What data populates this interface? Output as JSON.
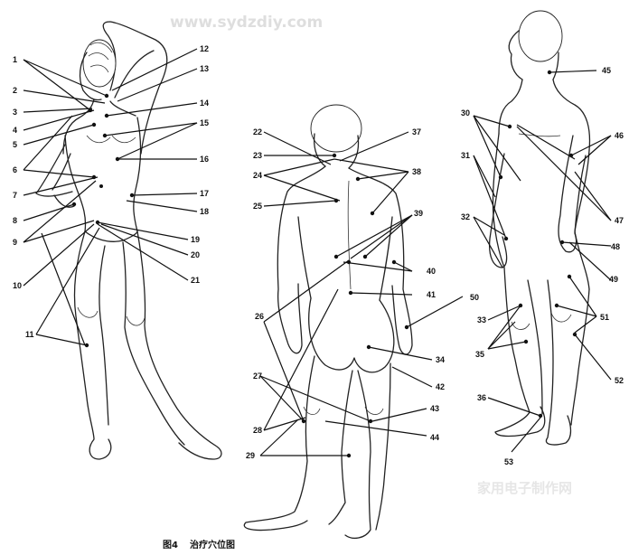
{
  "watermark_top": "www.sydzdiy.com",
  "watermark_bottom": "家用电子制作网",
  "caption": {
    "figure": "图4",
    "title": "治疗穴位图"
  },
  "labels": [
    {
      "id": "n1",
      "text": "1"
    },
    {
      "id": "n2",
      "text": "2"
    },
    {
      "id": "n3",
      "text": "3"
    },
    {
      "id": "n4",
      "text": "4"
    },
    {
      "id": "n5",
      "text": "5"
    },
    {
      "id": "n6",
      "text": "6"
    },
    {
      "id": "n7",
      "text": "7"
    },
    {
      "id": "n8",
      "text": "8"
    },
    {
      "id": "n9",
      "text": "9"
    },
    {
      "id": "n10",
      "text": "10"
    },
    {
      "id": "n11",
      "text": "11"
    },
    {
      "id": "n12",
      "text": "12"
    },
    {
      "id": "n13",
      "text": "13"
    },
    {
      "id": "n14",
      "text": "14"
    },
    {
      "id": "n15",
      "text": "15"
    },
    {
      "id": "n16",
      "text": "16"
    },
    {
      "id": "n17",
      "text": "17"
    },
    {
      "id": "n18",
      "text": "18"
    },
    {
      "id": "n19",
      "text": "19"
    },
    {
      "id": "n20",
      "text": "20"
    },
    {
      "id": "n21",
      "text": "21"
    },
    {
      "id": "n22",
      "text": "22"
    },
    {
      "id": "n23",
      "text": "23"
    },
    {
      "id": "n24",
      "text": "24"
    },
    {
      "id": "n25",
      "text": "25"
    },
    {
      "id": "n26",
      "text": "26"
    },
    {
      "id": "n27",
      "text": "27"
    },
    {
      "id": "n28",
      "text": "28"
    },
    {
      "id": "n29",
      "text": "29"
    },
    {
      "id": "n30",
      "text": "30"
    },
    {
      "id": "n31",
      "text": "31"
    },
    {
      "id": "n32",
      "text": "32"
    },
    {
      "id": "n33",
      "text": "33"
    },
    {
      "id": "n34",
      "text": "34"
    },
    {
      "id": "n35",
      "text": "35"
    },
    {
      "id": "n36",
      "text": "36"
    },
    {
      "id": "n37",
      "text": "37"
    },
    {
      "id": "n38",
      "text": "38"
    },
    {
      "id": "n39",
      "text": "39"
    },
    {
      "id": "n40",
      "text": "40"
    },
    {
      "id": "n41",
      "text": "41"
    },
    {
      "id": "n42",
      "text": "42"
    },
    {
      "id": "n43",
      "text": "43"
    },
    {
      "id": "n44",
      "text": "44"
    },
    {
      "id": "n45",
      "text": "45"
    },
    {
      "id": "n46",
      "text": "46"
    },
    {
      "id": "n47",
      "text": "47"
    },
    {
      "id": "n48",
      "text": "48"
    },
    {
      "id": "n49",
      "text": "49"
    },
    {
      "id": "n50",
      "text": "50"
    },
    {
      "id": "n51",
      "text": "51"
    },
    {
      "id": "n52",
      "text": "52"
    },
    {
      "id": "n53",
      "text": "53"
    }
  ]
}
